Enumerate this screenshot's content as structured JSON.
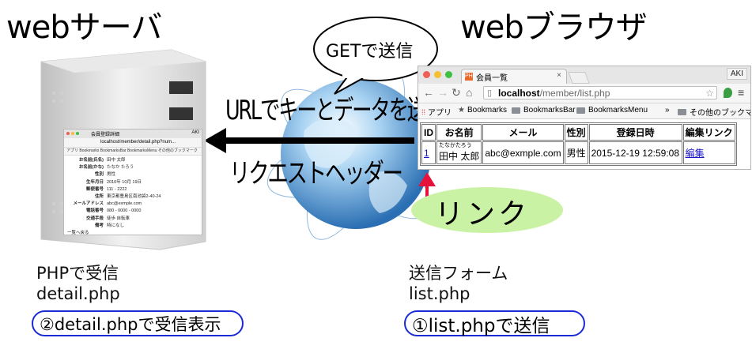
{
  "left_title": "webサーバ",
  "right_title": "webブラウザ",
  "bubble_text": "GETで送信",
  "arrow_text_1": "URLでキーとデータを送信",
  "arrow_text_2": "リクエストヘッダー",
  "link_label": "リンク",
  "left_caption_1": "PHPで受信",
  "left_caption_2": "detail.php",
  "left_pill": "②detail.phpで受信表示",
  "right_caption_1": "送信フォーム",
  "right_caption_2": "list.php",
  "right_pill": "①list.phpで送信",
  "browser": {
    "tab_title": "会員一覧",
    "tab_close": "×",
    "user": "AKI",
    "url_host": "localhost",
    "url_path": "/member/list.php",
    "bookmarks": [
      "アプリ",
      "Bookmarks",
      "BookmarksBar",
      "BookmarksMenu",
      "»",
      "その他のブックマーク"
    ],
    "table": {
      "headers": [
        "ID",
        "お名前",
        "メール",
        "性別",
        "登録日時",
        "編集リンク"
      ],
      "row": {
        "id": "1",
        "kana": "たなかたろう",
        "name": "田中 太郎",
        "email": "abc@exmple.com",
        "gender": "男性",
        "date": "2015-12-19 12:59:08",
        "edit": "編集"
      }
    }
  },
  "mini_browser": {
    "tab_title": "会員登録詳細",
    "user": "AKI",
    "url": "localhost/member/detail.php?num...",
    "bookmarks": "アプリ  Bookmarks  BookmarksBar  BookmarksMenu  その他のブックマーク",
    "fields": [
      {
        "k": "お名前(氏名)",
        "v": "田中 太郎"
      },
      {
        "k": "お名前(かな)",
        "v": "たなか たろう"
      },
      {
        "k": "性別",
        "v": "男性"
      },
      {
        "k": "生年月日",
        "v": "2010年 10月 19日"
      },
      {
        "k": "郵便番号",
        "v": "111 - 2222"
      },
      {
        "k": "住所",
        "v": "東京都豊島区南池袋2-40-24"
      },
      {
        "k": "メールアドレス",
        "v": "abc@exmple.com"
      },
      {
        "k": "電話番号",
        "v": "080 - 0000 - 0000"
      },
      {
        "k": "交通手段",
        "v": "徒歩 自転車"
      },
      {
        "k": "備考",
        "v": "特になし"
      }
    ],
    "back_link": "一覧へ戻る"
  },
  "colors": {
    "pill_border": "#1a2bd6",
    "link_ellipse": "#c9f2a4",
    "red_arrow": "#e6123c",
    "link_color": "#1a14c8"
  }
}
